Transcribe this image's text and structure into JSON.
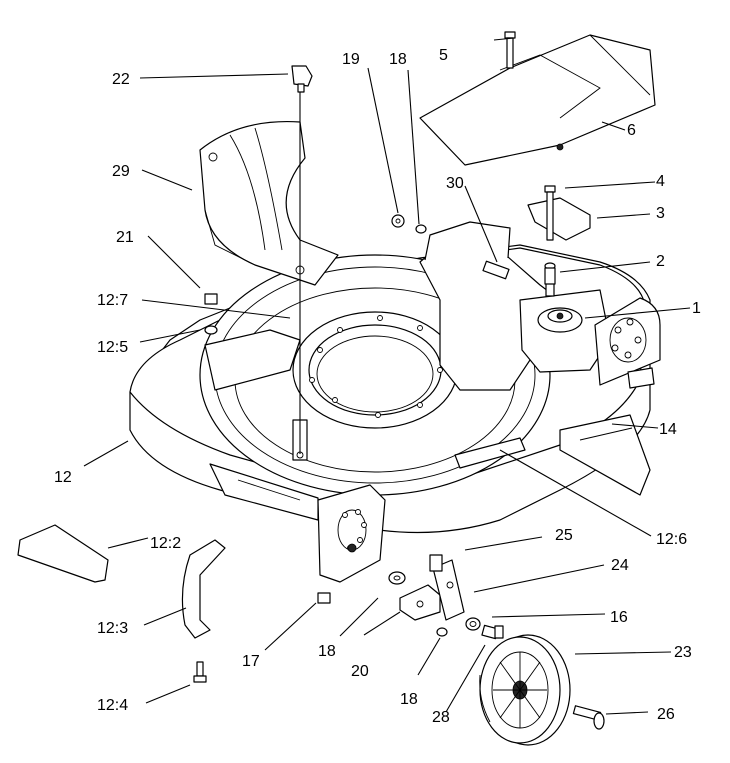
{
  "callouts": [
    {
      "id": "c1",
      "label": "1"
    },
    {
      "id": "c2",
      "label": "2"
    },
    {
      "id": "c3",
      "label": "3"
    },
    {
      "id": "c4",
      "label": "4"
    },
    {
      "id": "c5",
      "label": "5"
    },
    {
      "id": "c6",
      "label": "6"
    },
    {
      "id": "c12",
      "label": "12"
    },
    {
      "id": "c12_2",
      "label": "12:2"
    },
    {
      "id": "c12_3",
      "label": "12:3"
    },
    {
      "id": "c12_4",
      "label": "12:4"
    },
    {
      "id": "c12_5",
      "label": "12:5"
    },
    {
      "id": "c12_6",
      "label": "12:6"
    },
    {
      "id": "c12_7",
      "label": "12:7"
    },
    {
      "id": "c14",
      "label": "14"
    },
    {
      "id": "c16",
      "label": "16"
    },
    {
      "id": "c17",
      "label": "17"
    },
    {
      "id": "c18a",
      "label": "18"
    },
    {
      "id": "c18b",
      "label": "18"
    },
    {
      "id": "c18c",
      "label": "18"
    },
    {
      "id": "c19",
      "label": "19"
    },
    {
      "id": "c20",
      "label": "20"
    },
    {
      "id": "c21",
      "label": "21"
    },
    {
      "id": "c22",
      "label": "22"
    },
    {
      "id": "c23",
      "label": "23"
    },
    {
      "id": "c24",
      "label": "24"
    },
    {
      "id": "c25",
      "label": "25"
    },
    {
      "id": "c26",
      "label": "26"
    },
    {
      "id": "c28",
      "label": "28"
    },
    {
      "id": "c29",
      "label": "29"
    },
    {
      "id": "c30",
      "label": "30"
    }
  ]
}
